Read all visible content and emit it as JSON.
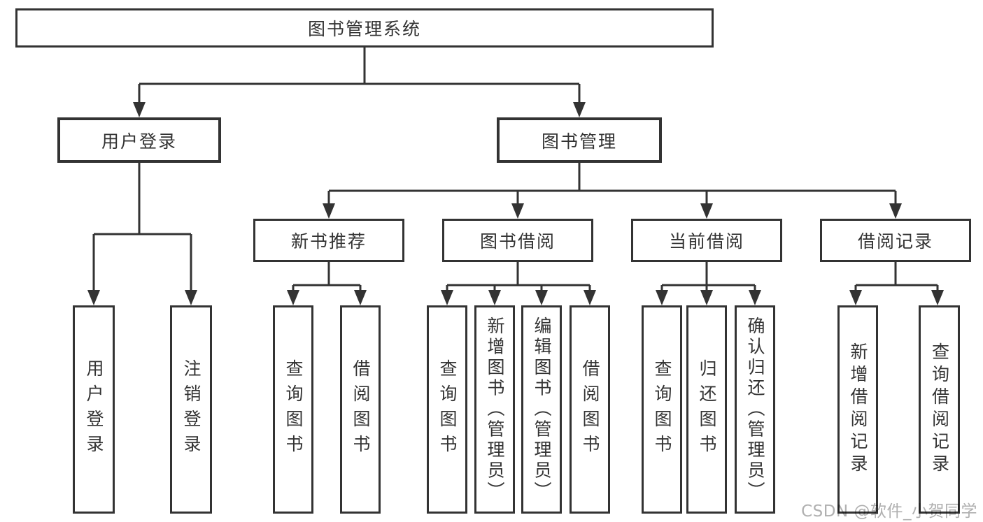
{
  "colors": {
    "line": "#333333",
    "text": "#333333",
    "background": "#ffffff",
    "watermark": "#b0b0b0"
  },
  "watermark": {
    "text": "CSDN @软件_小贺同学"
  },
  "tree": {
    "root": "图书管理系统",
    "branches": [
      {
        "label": "用户登录",
        "children": [
          "用户登录",
          "注销登录"
        ]
      },
      {
        "label": "图书管理",
        "children": [
          {
            "label": "新书推荐",
            "children": [
              "查询图书",
              "借阅图书"
            ]
          },
          {
            "label": "图书借阅",
            "children": [
              "查询图书",
              "新增图书（管理员）",
              "编辑图书（管理员）",
              "借阅图书"
            ]
          },
          {
            "label": "当前借阅",
            "children": [
              "查询图书",
              "归还图书",
              "确认归还（管理员）"
            ]
          },
          {
            "label": "借阅记录",
            "children": [
              "新增借阅记录",
              "查询借阅记录"
            ]
          }
        ]
      }
    ]
  }
}
